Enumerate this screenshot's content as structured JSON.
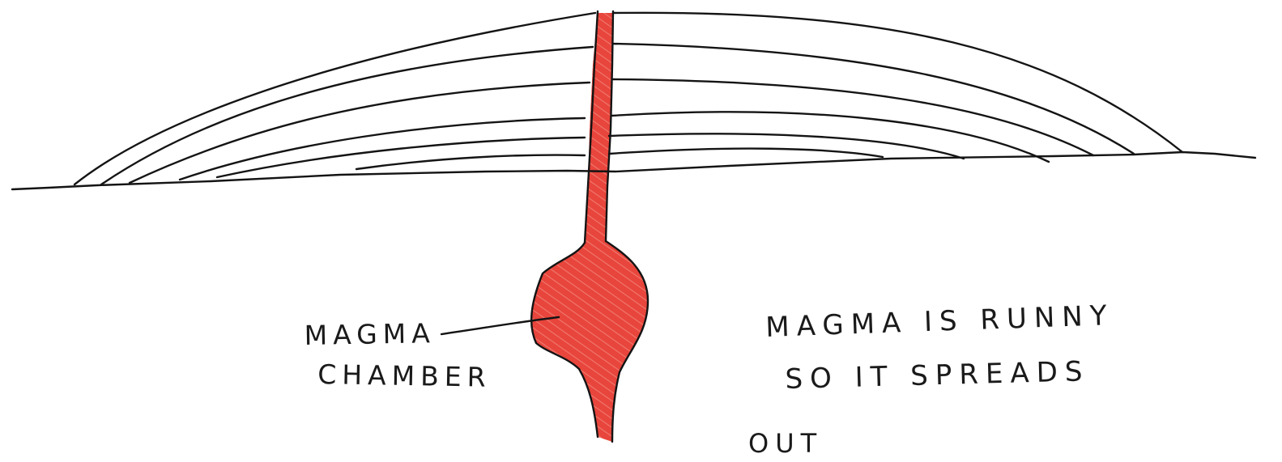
{
  "diagram": {
    "labels": {
      "magma_chamber_line1": "MAGMA",
      "magma_chamber_line2": "CHAMBER"
    },
    "note": {
      "line1": "MAGMA IS RUNNY",
      "line2": "SO IT SPREADS",
      "line3": "OUT"
    },
    "colors": {
      "magma": "#e23b33",
      "ink": "#141414",
      "paper": "#ffffff"
    }
  }
}
